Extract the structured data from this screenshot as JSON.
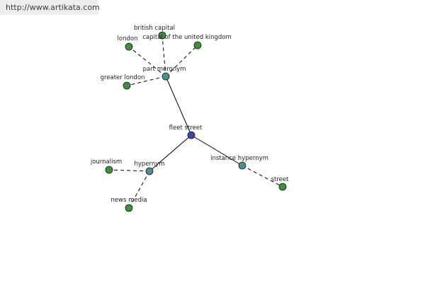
{
  "watermark": "http://www.artikata.com",
  "colors": {
    "root": "#3a4a9a",
    "relation": "#4a9090",
    "leaf": "#3f8f3f",
    "stroke": "#1a1a1a",
    "edge": "#000000"
  },
  "nodes": [
    {
      "id": "fleet-street",
      "label": "fleet street",
      "kind": "root"
    },
    {
      "id": "part-meronym",
      "label": "part meronym",
      "kind": "relation"
    },
    {
      "id": "hypernym",
      "label": "hypernym",
      "kind": "relation"
    },
    {
      "id": "instance-hypernym",
      "label": "instance hypernym",
      "kind": "relation"
    },
    {
      "id": "london",
      "label": "london",
      "kind": "leaf"
    },
    {
      "id": "british-capital",
      "label": "british capital",
      "kind": "leaf"
    },
    {
      "id": "capital-of-uk",
      "label": "capital of the united kingdom",
      "kind": "leaf"
    },
    {
      "id": "greater-london",
      "label": "greater london",
      "kind": "leaf"
    },
    {
      "id": "journalism",
      "label": "journalism",
      "kind": "leaf"
    },
    {
      "id": "news-media",
      "label": "news media",
      "kind": "leaf"
    },
    {
      "id": "street",
      "label": "street",
      "kind": "leaf"
    }
  ],
  "edges": [
    {
      "from": "fleet-street",
      "to": "part-meronym",
      "style": "solid"
    },
    {
      "from": "fleet-street",
      "to": "hypernym",
      "style": "solid"
    },
    {
      "from": "fleet-street",
      "to": "instance-hypernym",
      "style": "solid"
    },
    {
      "from": "part-meronym",
      "to": "london",
      "style": "dashed"
    },
    {
      "from": "part-meronym",
      "to": "british-capital",
      "style": "dashed"
    },
    {
      "from": "part-meronym",
      "to": "capital-of-uk",
      "style": "dashed"
    },
    {
      "from": "part-meronym",
      "to": "greater-london",
      "style": "dashed"
    },
    {
      "from": "hypernym",
      "to": "journalism",
      "style": "dashed"
    },
    {
      "from": "hypernym",
      "to": "news-media",
      "style": "dashed"
    },
    {
      "from": "instance-hypernym",
      "to": "street",
      "style": "dashed"
    }
  ]
}
